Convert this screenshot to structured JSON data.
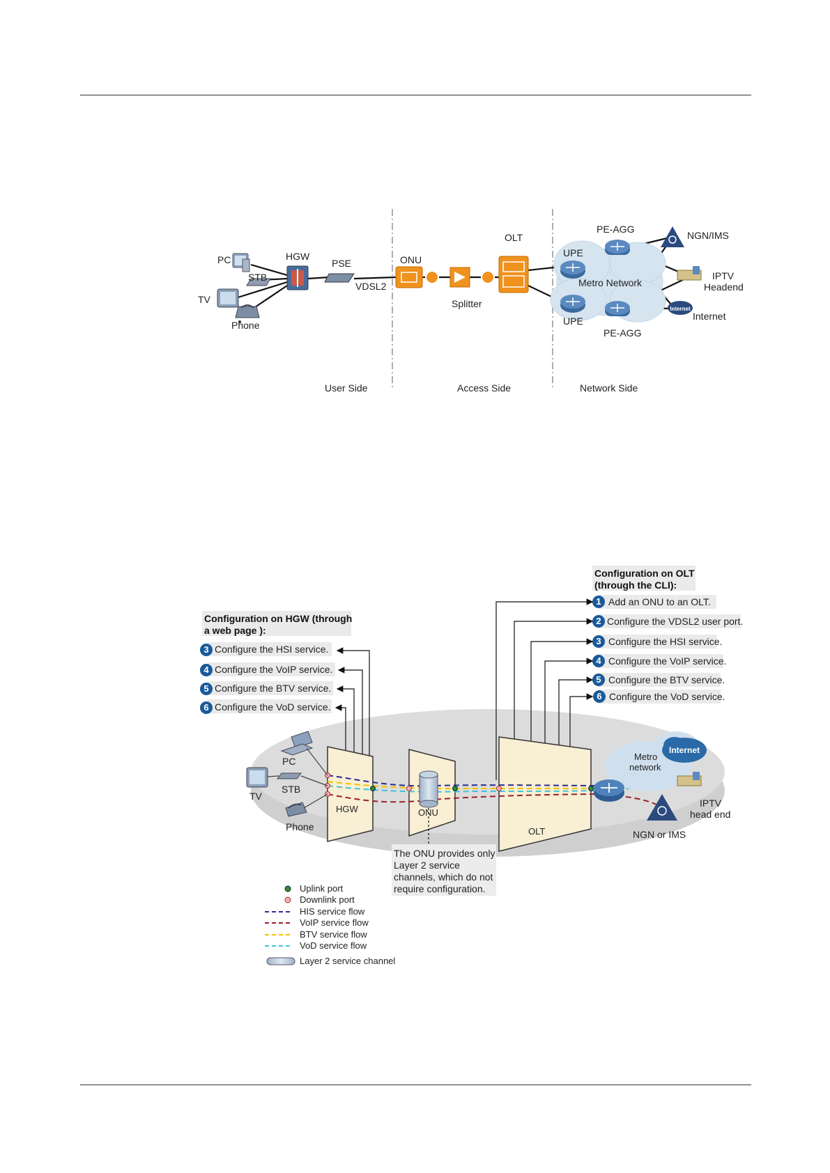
{
  "topology": {
    "devices": {
      "pc": "PC",
      "stb": "STB",
      "tv": "TV",
      "phone": "Phone",
      "hgw": "HGW",
      "pse": "PSE",
      "vdsl2": "VDSL2",
      "onu": "ONU",
      "splitter": "Splitter",
      "olt": "OLT",
      "upe_top": "UPE",
      "upe_bottom": "UPE",
      "peagg_top": "PE-AGG",
      "peagg_bottom": "PE-AGG",
      "metro": "Metro Network",
      "ngn": "NGN/IMS",
      "iptv_line1": "IPTV",
      "iptv_line2": "Headend",
      "internet": "Internet",
      "internet_icon": "Internet"
    },
    "sides": {
      "user": "User Side",
      "access": "Access Side",
      "network": "Network Side"
    }
  },
  "config": {
    "olt_title_line1": "Configuration on OLT",
    "olt_title_line2": "(through the CLI):",
    "olt_steps": [
      {
        "num": "1",
        "text": "Add an ONU to an OLT."
      },
      {
        "num": "2",
        "text": "Configure the VDSL2 user port."
      },
      {
        "num": "3",
        "text": "Configure the HSI service."
      },
      {
        "num": "4",
        "text": "Configure the VoIP service."
      },
      {
        "num": "5",
        "text": "Configure the BTV service."
      },
      {
        "num": "6",
        "text": "Configure the VoD service."
      }
    ],
    "hgw_title_line1": "Configuration on HGW (through",
    "hgw_title_line2": "a web page ):",
    "hgw_steps": [
      {
        "num": "3",
        "text": "Configure the HSI service."
      },
      {
        "num": "4",
        "text": "Configure the VoIP service."
      },
      {
        "num": "5",
        "text": "Configure the BTV service."
      },
      {
        "num": "6",
        "text": "Configure the VoD service."
      }
    ],
    "devices": {
      "pc": "PC",
      "stb": "STB",
      "tv": "TV",
      "phone": "Phone",
      "hgw": "HGW",
      "onu": "ONU",
      "olt": "OLT",
      "metro_line1": "Metro",
      "metro_line2": "network",
      "internet": "Internet",
      "iptv_line1": "IPTV",
      "iptv_line2": "head end",
      "ngn": "NGN or IMS"
    },
    "onu_note": [
      "The ONU provides only",
      "Layer 2 service",
      "channels, which do not",
      "require configuration."
    ],
    "legend": [
      {
        "key": "uplink",
        "label": "Uplink port",
        "color": "#2e8b2e"
      },
      {
        "key": "downlink",
        "label": "Downlink port",
        "color": "#e58a8a"
      },
      {
        "key": "his",
        "label": "HIS service flow",
        "color": "#2b2b8f"
      },
      {
        "key": "voip",
        "label": "VoIP service flow",
        "color": "#9a1f2a"
      },
      {
        "key": "btv",
        "label": "BTV service flow",
        "color": "#f2c200"
      },
      {
        "key": "vod",
        "label": "VoD service flow",
        "color": "#3fc4d8"
      },
      {
        "key": "l2",
        "label": "Layer 2 service channel",
        "color": "#b8c8dc"
      }
    ]
  },
  "colors": {
    "accent_blue": "#1a5a9a",
    "device_orange": "#f0921e",
    "cloud": "#cfdfee"
  }
}
